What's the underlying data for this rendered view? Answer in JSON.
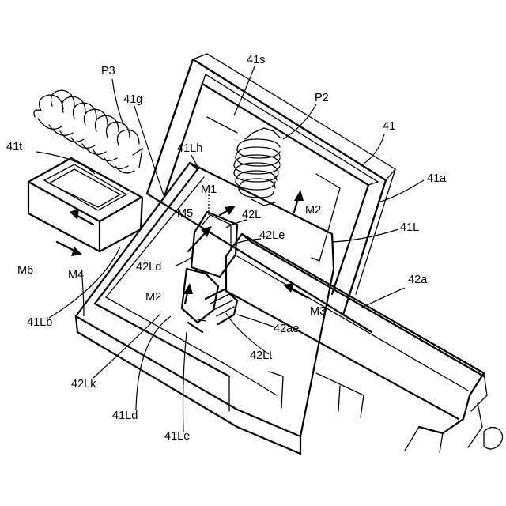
{
  "figure": {
    "labels": {
      "P3": "P3",
      "41s": "41s",
      "P2": "P2",
      "41g": "41g",
      "41": "41",
      "41t": "41t",
      "41Lh": "41Lh",
      "41a": "41a",
      "M1": "M1",
      "42L": "42L",
      "M2_top": "M2",
      "M5": "M5",
      "42Le": "42Le",
      "41L": "41L",
      "M6": "M6",
      "42Ld": "42Ld",
      "42a": "42a",
      "M4": "M4",
      "M2_mid": "M2",
      "M3": "M3",
      "41Lb": "41Lb",
      "42ae": "42ae",
      "42Lt": "42Lt",
      "42Lk": "42Lk",
      "41Ld": "41Ld",
      "41Le": "41Le"
    }
  }
}
